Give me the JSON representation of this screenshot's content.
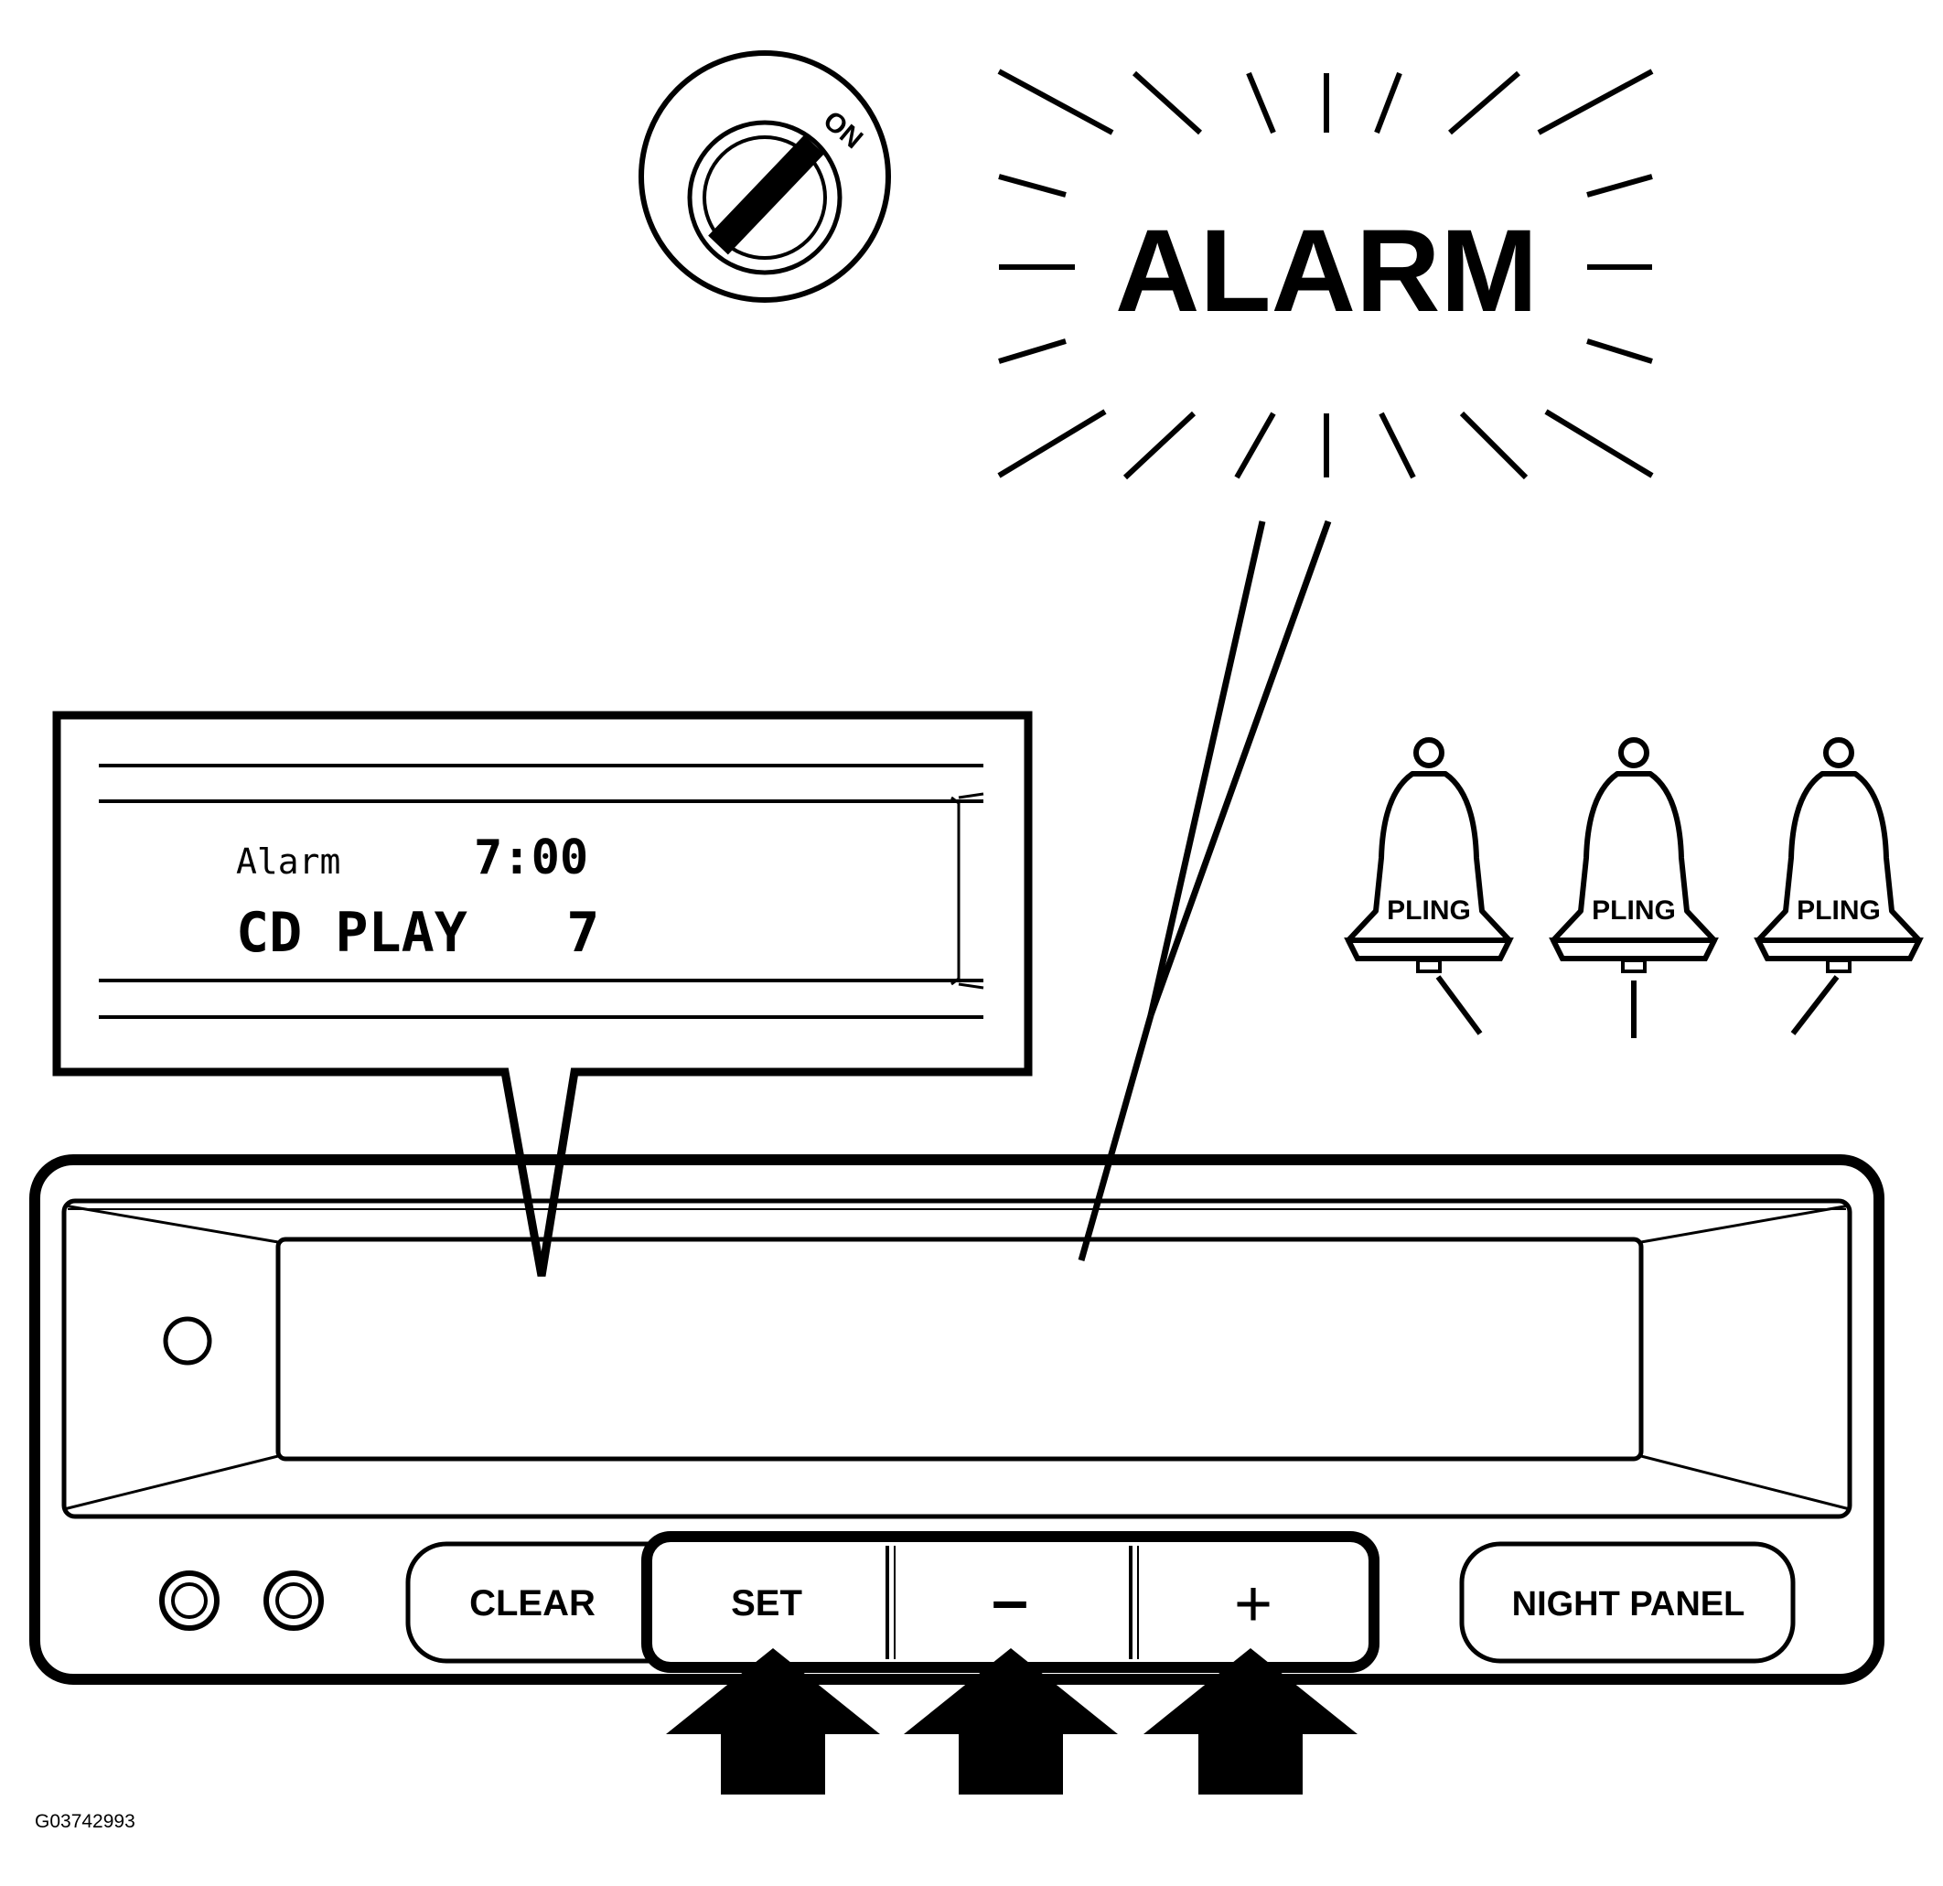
{
  "ignition": {
    "label": "ON"
  },
  "alarm_banner": {
    "text": "ALARM"
  },
  "display_callout": {
    "line1_label": "Alarm",
    "line1_time": "7:00",
    "line2": "CD PLAY   7"
  },
  "bells": [
    {
      "text": "PLING"
    },
    {
      "text": "PLING"
    },
    {
      "text": "PLING"
    }
  ],
  "buttons": {
    "clear": "CLEAR",
    "set": "SET",
    "minus": "–",
    "plus": "+",
    "night_panel": "NIGHT PANEL"
  },
  "figure_id": "G03742993"
}
